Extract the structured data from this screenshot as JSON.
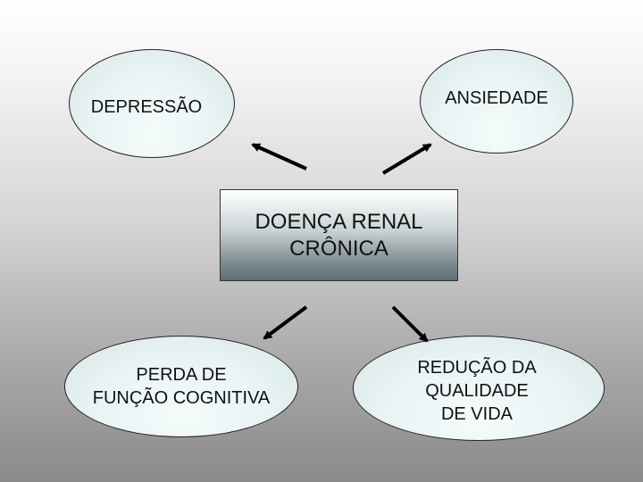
{
  "diagram": {
    "center": {
      "line1": "DOENÇA RENAL",
      "line2": "CRÔNICA"
    },
    "nodes": {
      "depressao": {
        "text": "DEPRESSÃO"
      },
      "ansiedade": {
        "text": "ANSIEDADE"
      },
      "perda": {
        "line1": "PERDA DE",
        "line2": "FUNÇÃO COGNITIVA"
      },
      "reducao": {
        "line1": "REDUÇÃO DA",
        "line2": "QUALIDADE",
        "line3": "DE VIDA"
      }
    },
    "arrow_color": "#000000"
  }
}
